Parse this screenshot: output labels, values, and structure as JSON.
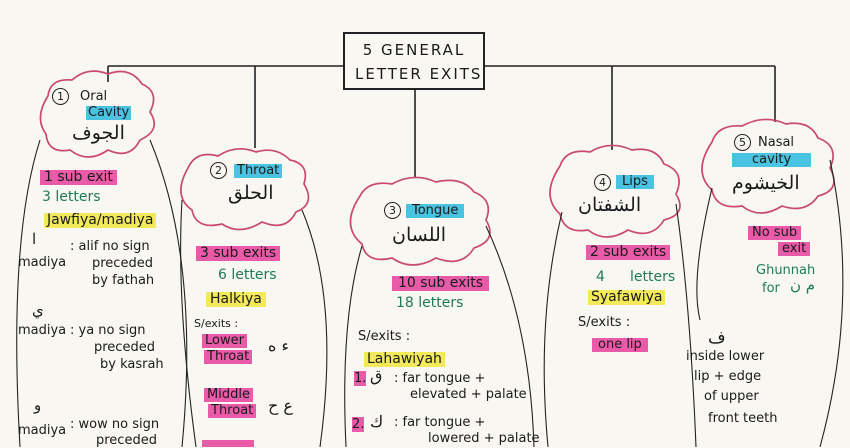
{
  "title": {
    "line1": "5 GENERAL",
    "line2": "LETTER EXITS"
  },
  "colors": {
    "cloud": "#c94a6d",
    "cyan": "#49c3e0",
    "pink": "#e95aa9",
    "yellow": "#f2ea5a",
    "green": "#1f7a57"
  },
  "oral": {
    "num": "1",
    "name_line1": "Oral",
    "name_line2": "Cavity",
    "arabic": "الجوف",
    "sub": "1 sub exit",
    "letters": "3 letters",
    "term": "Jawfiya/madiya",
    "item1_ar": "ا",
    "item1_label": "madiya",
    "item1_text1": ": alif no sign",
    "item1_text2": "preceded",
    "item1_text3": "by fathah",
    "item2_ar": "ي",
    "item2_label": "madiya",
    "item2_text1": ": ya no sign",
    "item2_text2": "preceded",
    "item2_text3": "by kasrah",
    "item3_ar": "و",
    "item3_label": "madiya",
    "item3_text1": ": wow no sign",
    "item3_text2": "preceded"
  },
  "throat": {
    "num": "2",
    "name": "Throat",
    "arabic": "الحلق",
    "sub": "3 sub exits",
    "letters": "6 letters",
    "term": "Halkiya",
    "subexits": "S/exits :",
    "e1": "Lower",
    "e1b": "Throat",
    "e1_ar": "ء ه",
    "e2": "Middle",
    "e2b": "Throat",
    "e2_ar": "ع ح"
  },
  "tongue": {
    "num": "3",
    "name": "Tongue",
    "arabic": "اللسان",
    "sub": "10 sub exits",
    "letters": "18 letters",
    "subexits": "S/exits :",
    "term": "Lahawiyah",
    "i1_num": "1.",
    "i1_ar": "ق",
    "i1_line1": ": far tongue +",
    "i1_line2": "elevated + palate",
    "i2_num": "2.",
    "i2_ar": "ك",
    "i2_line1": ": far tongue +",
    "i2_line2": "lowered + palate"
  },
  "lips": {
    "num": "4",
    "name": "Lips",
    "arabic": "الشفتان",
    "sub": "2 sub exits",
    "letters_num": "4",
    "letters": "letters",
    "term": "Syafawiya",
    "subexits": "S/exits :",
    "one_lip": "one lip",
    "one_lip_ar": "ف",
    "desc1": "inside lower",
    "desc2": "lip + edge",
    "desc3": "of upper",
    "desc4": "front teeth"
  },
  "nasal": {
    "num": "5",
    "name_line1": "Nasal",
    "name_line2": "cavity",
    "arabic": "الخيشوم",
    "sub1": "No sub",
    "sub2": "exit",
    "ghunnah": "Ghunnah",
    "for": "for",
    "for_ar": "م ن"
  }
}
